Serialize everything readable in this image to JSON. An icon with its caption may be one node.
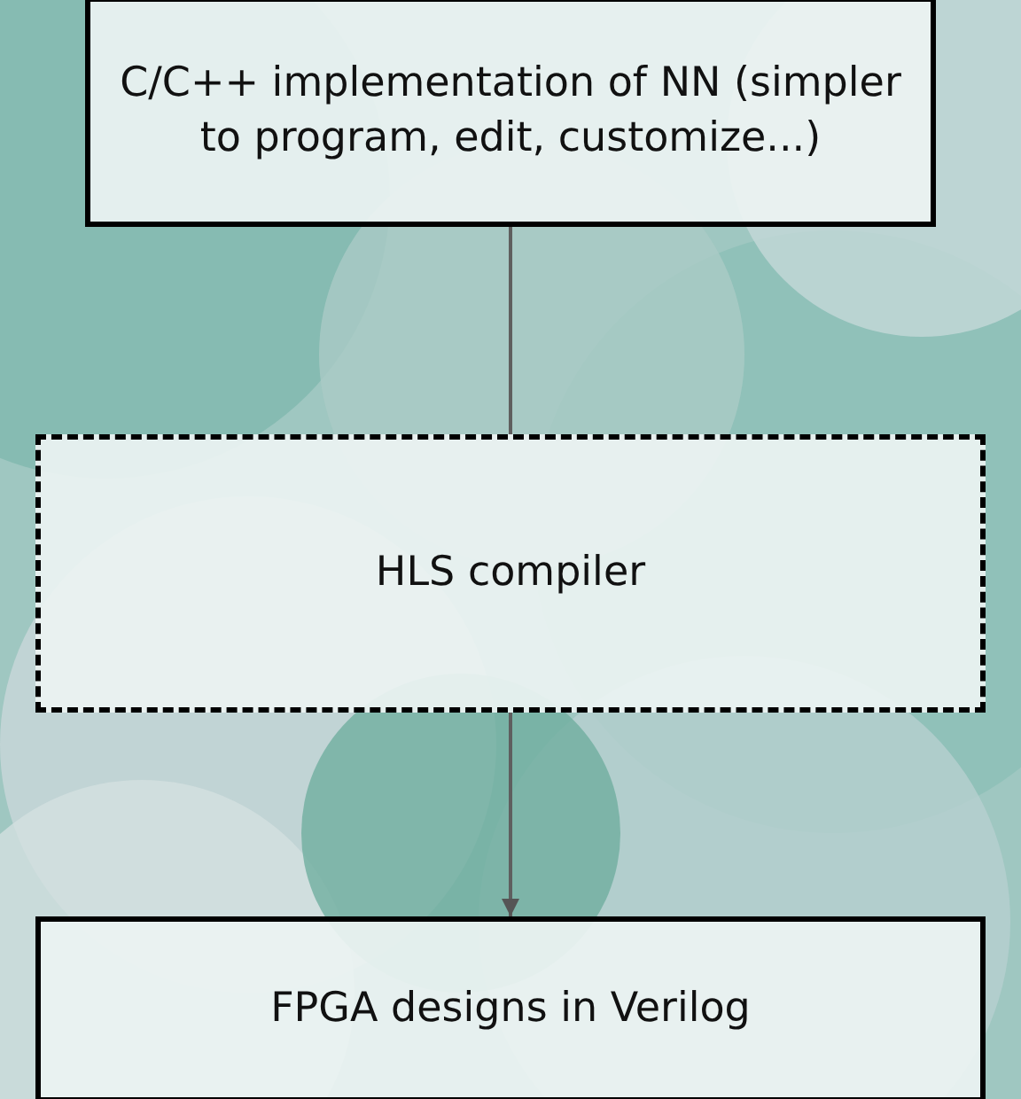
{
  "diagram": {
    "nodes": [
      {
        "text": [
          "C/C++ implementation of NN (simpler to program, edit, customize...)"
        ]
      },
      {
        "text": [
          "HLS compiler"
        ]
      },
      {
        "text": [
          "FPGA designs in Verilog"
        ]
      }
    ],
    "edges": [
      {
        "from": 0,
        "to": 1,
        "arrow": "none"
      },
      {
        "from": 1,
        "to": 2,
        "arrow": "to"
      }
    ]
  }
}
